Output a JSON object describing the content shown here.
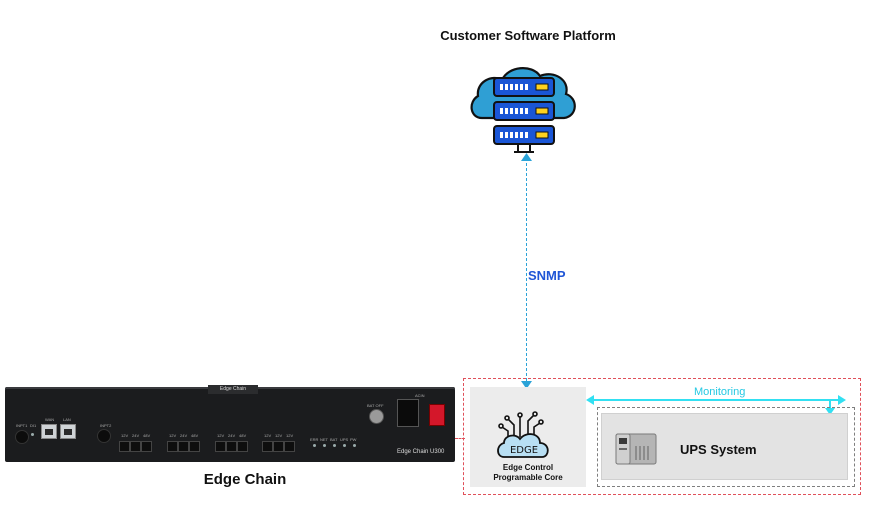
{
  "platform": {
    "title": "Customer Software Platform",
    "icon": "cloud-server-icon"
  },
  "link": {
    "protocol": "SNMP"
  },
  "device": {
    "name": "Edge Chain",
    "model_tag": "Edge Chain",
    "model": "Edge Chain U300",
    "panel_labels": {
      "input1": "INPT1",
      "di1": "DI1",
      "wan": "WAN",
      "lan": "LAN",
      "input2": "INPT2",
      "v1": "12V",
      "v2": "24V",
      "v3": "48V",
      "v4": "12V",
      "v5": "24V",
      "v6": "48V",
      "v7": "12V",
      "v8": "24V",
      "v9": "48V",
      "v10": "12V",
      "v11": "12V",
      "v12": "12V",
      "led1": "ERR",
      "led2": "NET",
      "led3": "BAT",
      "led4": "UPS",
      "led5": "PW",
      "bat_off": "BAT OFF",
      "acin": "ACIN"
    }
  },
  "edge": {
    "logo_text": "EDGE",
    "caption_line1": "Edge Control",
    "caption_line2": "Programable Core"
  },
  "monitoring": {
    "label": "Monitoring"
  },
  "ups": {
    "label": "UPS System",
    "icon": "ups-icon"
  },
  "colors": {
    "snmp": "#1f55d6",
    "monitoring": "#32e0f2",
    "boundary": "#e0505a",
    "server": "#1a56d6",
    "cloud": "#2f9fd4"
  }
}
